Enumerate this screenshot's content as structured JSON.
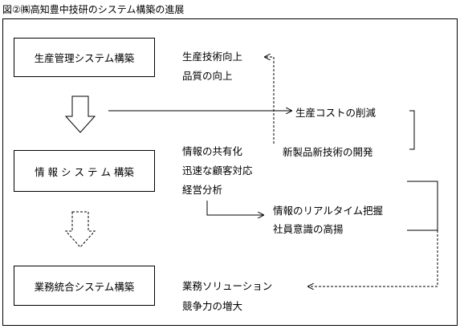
{
  "title": "図②㈱高知豊中技研のシステム構築の進展",
  "stages": [
    {
      "label": "生産管理システム構築",
      "effects": [
        "生産技術向上",
        "品質の向上"
      ]
    },
    {
      "label": "情 報 シ ス テ ム 構築",
      "effects": [
        "情報の共有化",
        "迅速な顧客対応",
        "経営分析"
      ]
    },
    {
      "label": "業務統合システム構築",
      "effects": [
        "業務ソリューション",
        "競争力の増大"
      ]
    }
  ],
  "outcomes": [
    "生産コストの削減",
    "新製品新技術の開発"
  ],
  "realtime": [
    "情報のリアルタイム把握",
    "社員意識の高揚"
  ]
}
